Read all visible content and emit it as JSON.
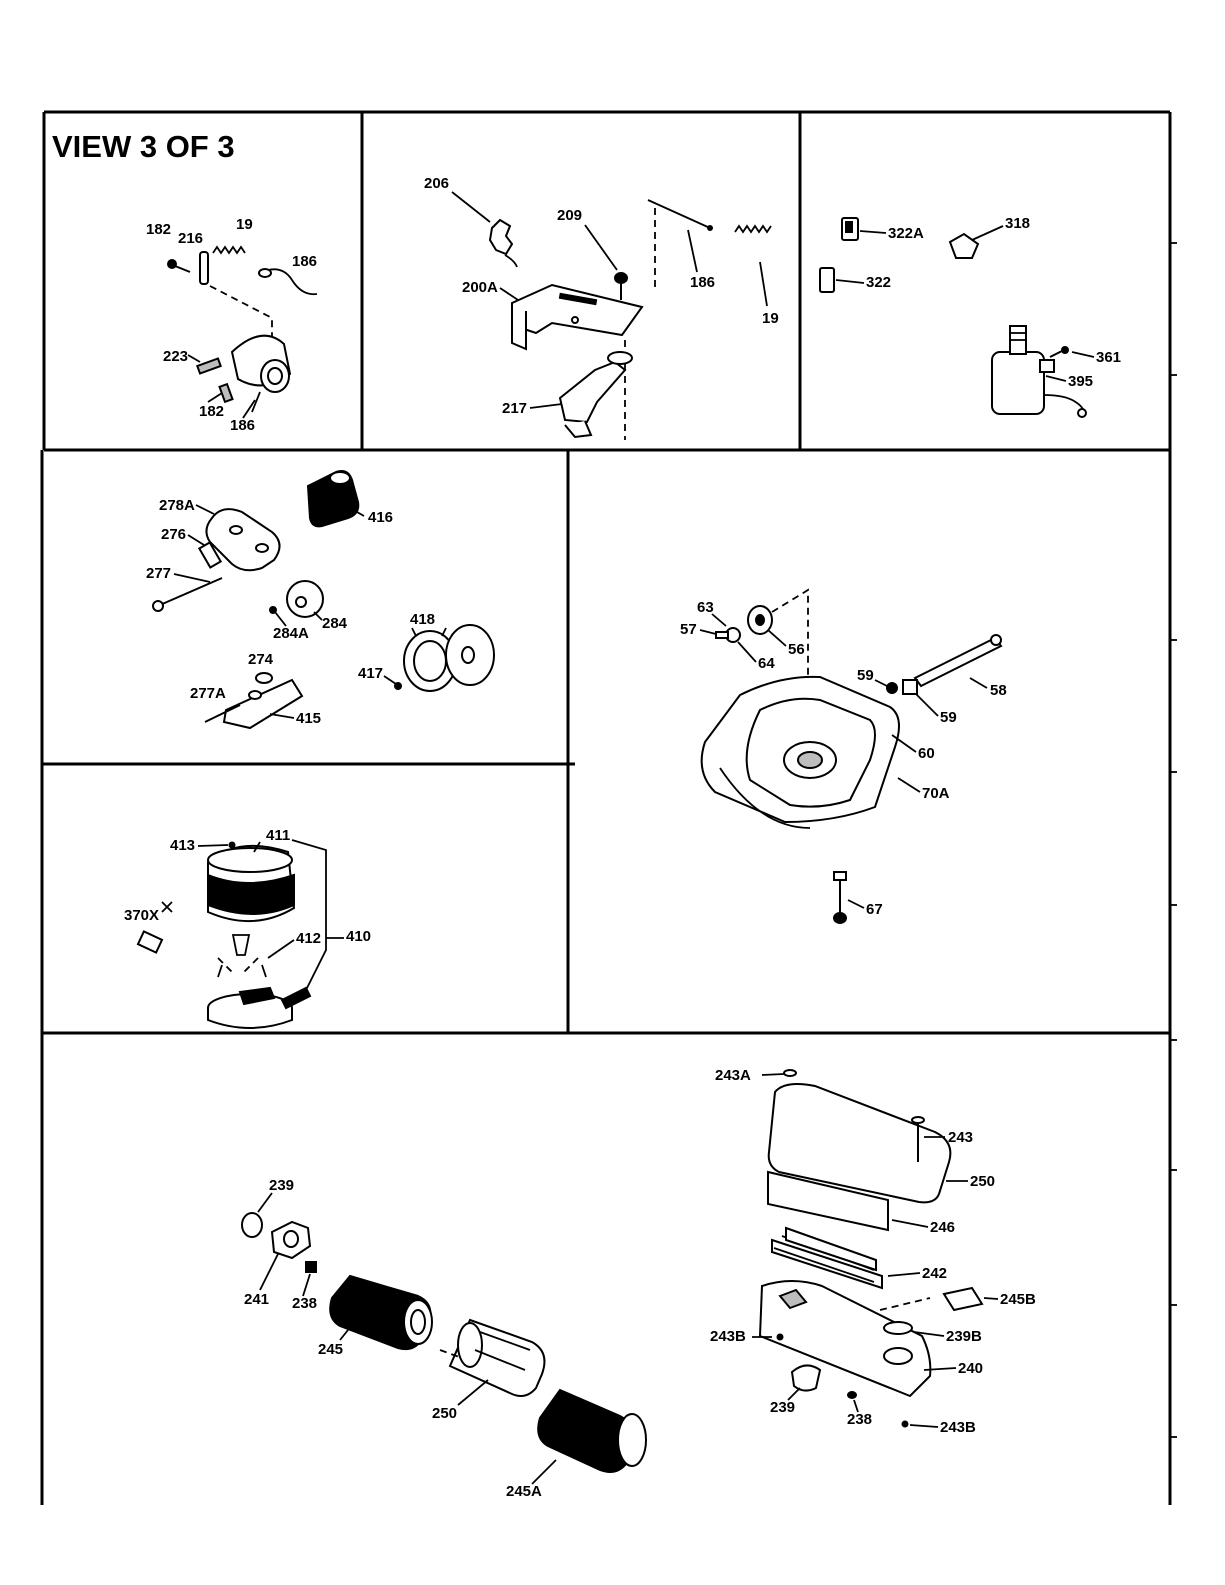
{
  "title": "VIEW 3 OF 3",
  "labels": {
    "p182a": "182",
    "p216": "216",
    "p19a": "19",
    "p186a": "186",
    "p223": "223",
    "p182b": "182",
    "p186b": "186",
    "p206": "206",
    "p209": "209",
    "p200A": "200A",
    "p186c": "186",
    "p19b": "19",
    "p217": "217",
    "p322A": "322A",
    "p318": "318",
    "p322": "322",
    "p361": "361",
    "p395": "395",
    "p278A": "278A",
    "p276": "276",
    "p277": "277",
    "p416": "416",
    "p284A": "284A",
    "p284": "284",
    "p418": "418",
    "p274": "274",
    "p417": "417",
    "p277A": "277A",
    "p415": "415",
    "p63": "63",
    "p57": "57",
    "p64": "64",
    "p56": "56",
    "p59a": "59",
    "p58": "58",
    "p59b": "59",
    "p60": "60",
    "p70A": "70A",
    "p67": "67",
    "p413": "413",
    "p411": "411",
    "p370X": "370X",
    "p412": "412",
    "p410": "410",
    "p243A": "243A",
    "p243": "243",
    "p250a": "250",
    "p246": "246",
    "p242": "242",
    "p245B": "245B",
    "p243Ba": "243B",
    "p239B": "239B",
    "p240": "240",
    "p239a": "239",
    "p238a": "238",
    "p243Bb": "243B",
    "p239b": "239",
    "p241": "241",
    "p238b": "238",
    "p245": "245",
    "p250b": "250",
    "p245A": "245A"
  }
}
